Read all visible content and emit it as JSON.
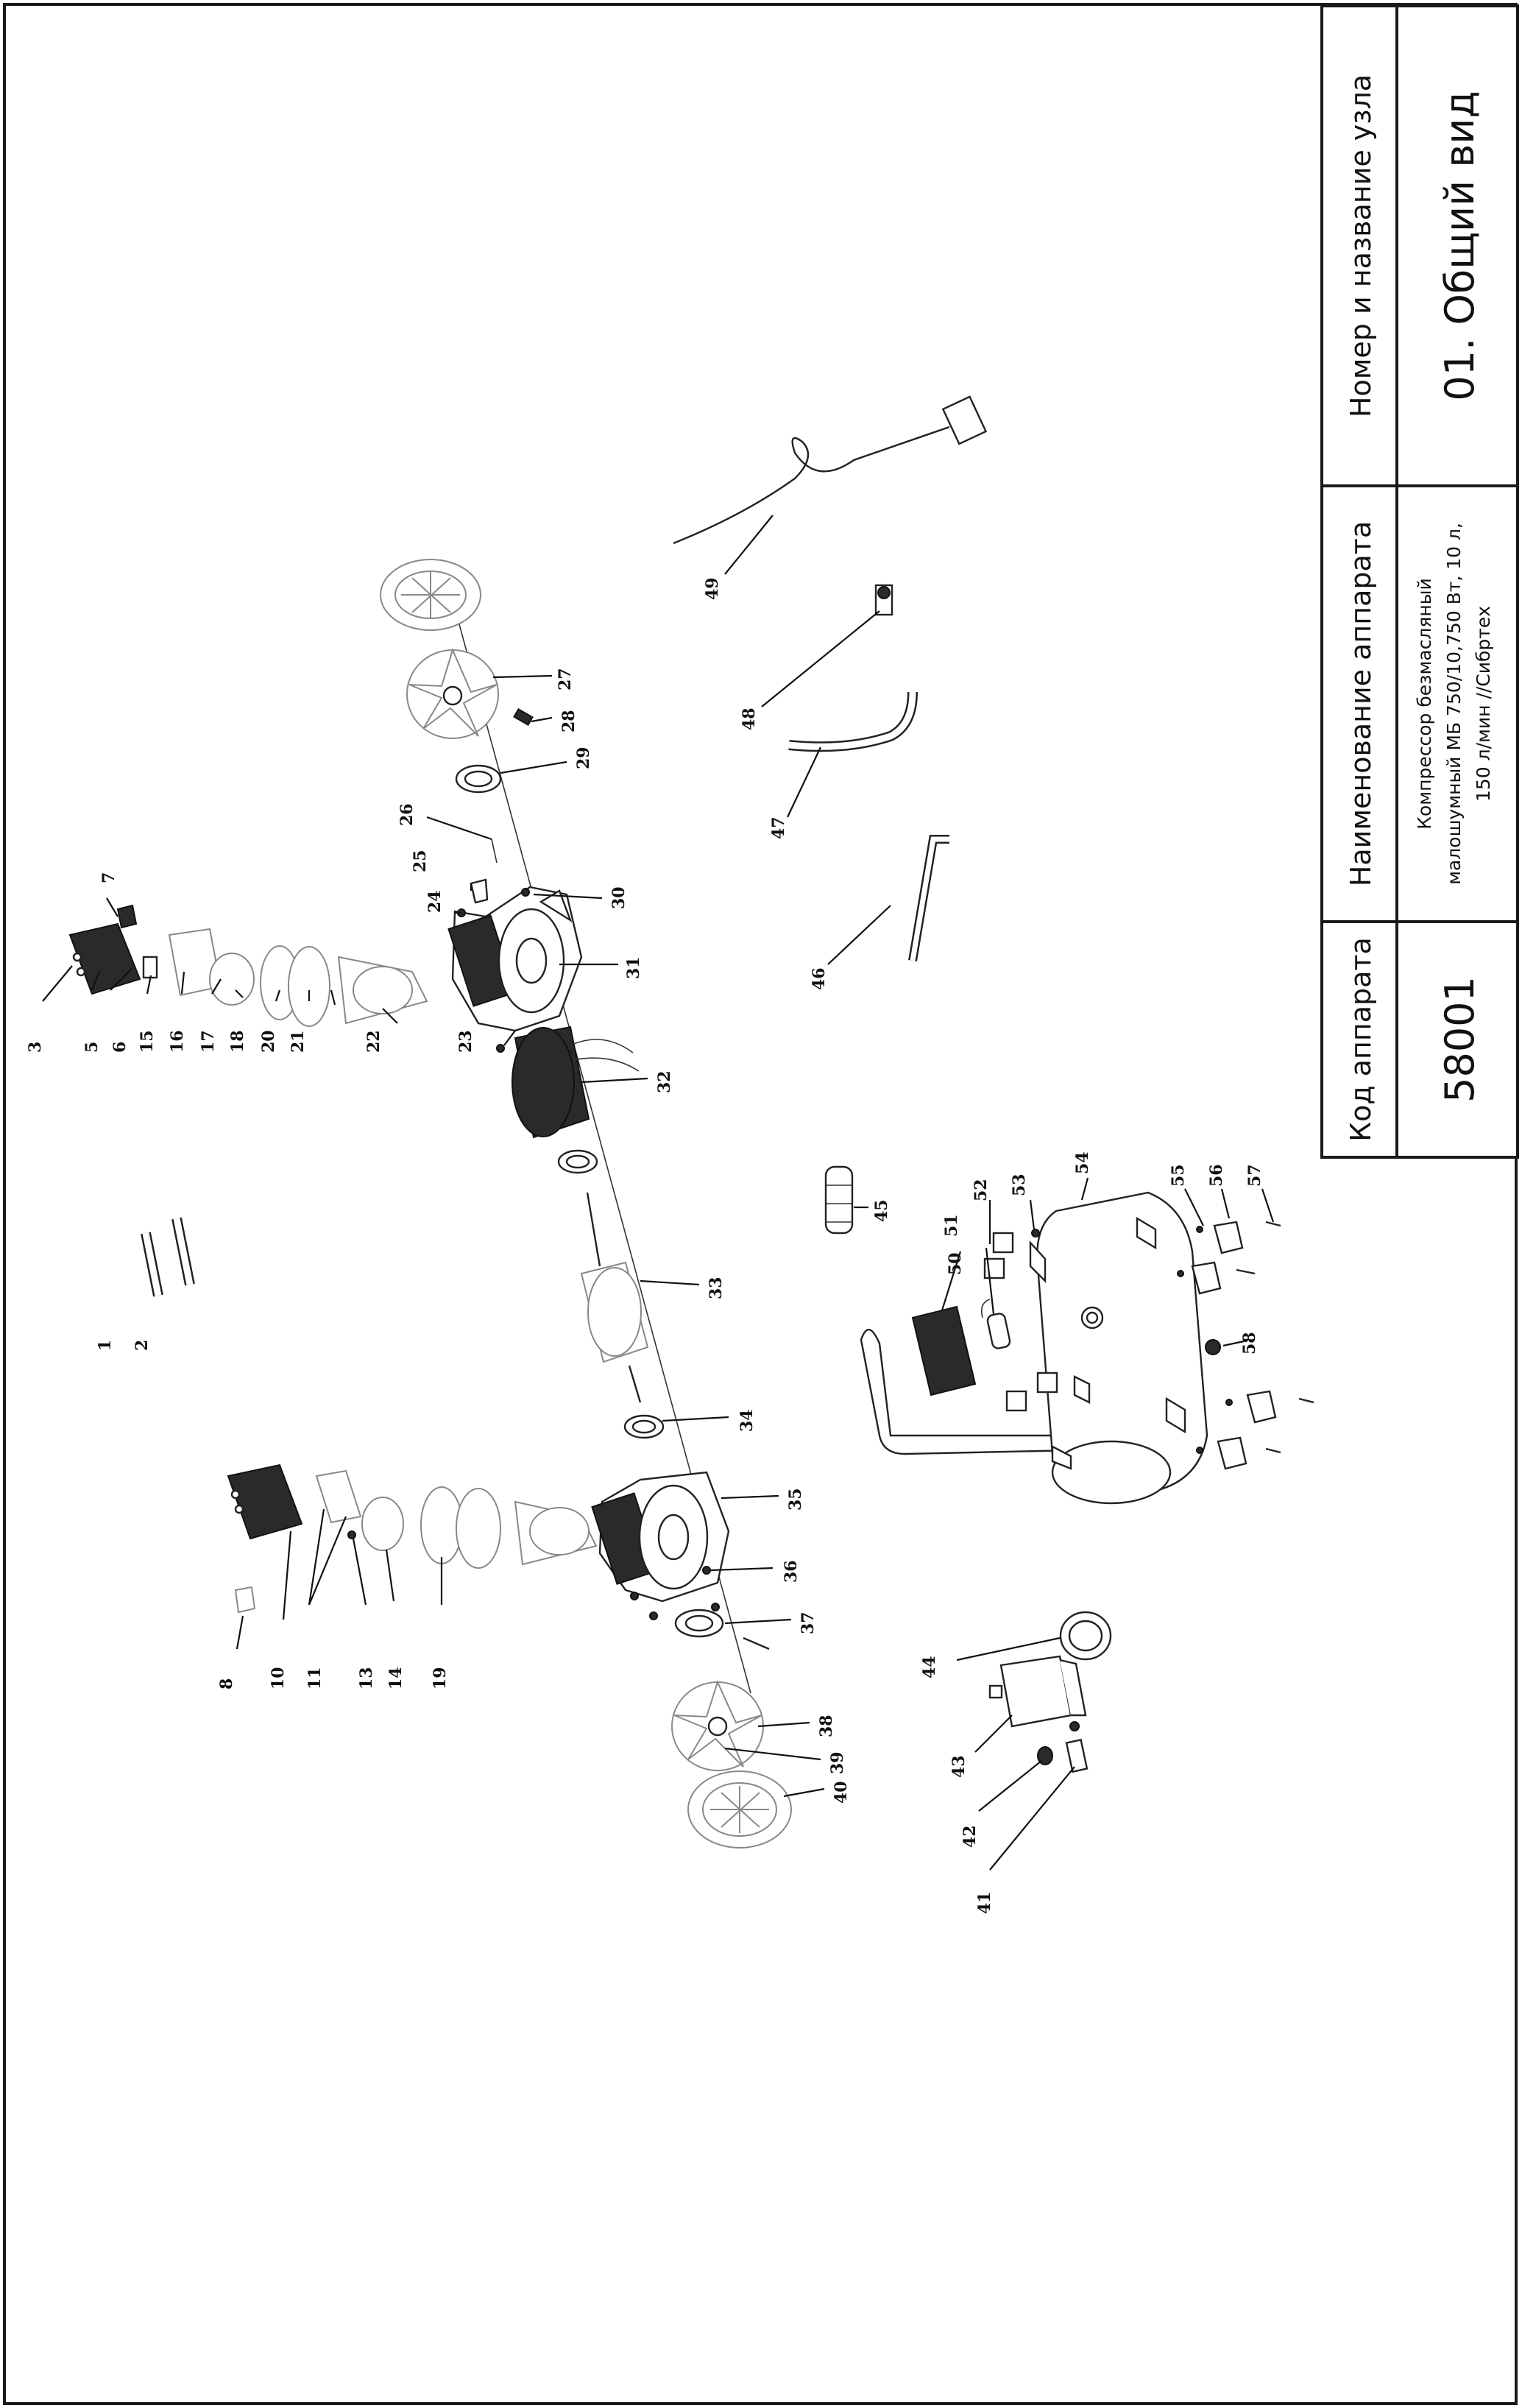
{
  "title_block": {
    "code_label": "Код аппарата",
    "code_value": "58001",
    "name_label": "Наименование аппарата",
    "name_value_lines": [
      "Компрессор безмасляный",
      "малошумный МБ 750/10,750 Вт, 10 л,",
      "150 л/мин //Сибртех"
    ],
    "node_label": "Номер и название узла",
    "node_value": "01. Общий вид"
  },
  "callouts": [
    "1",
    "2",
    "3",
    "5",
    "6",
    "7",
    "8",
    "10",
    "11",
    "13",
    "14",
    "15",
    "16",
    "17",
    "18",
    "19",
    "20",
    "21",
    "22",
    "23",
    "24",
    "25",
    "26",
    "27",
    "28",
    "29",
    "30",
    "31",
    "32",
    "33",
    "34",
    "35",
    "36",
    "37",
    "38",
    "39",
    "40",
    "41",
    "42",
    "43",
    "44",
    "45",
    "46",
    "47",
    "48",
    "49",
    "50",
    "51",
    "52",
    "53",
    "54",
    "55",
    "56",
    "57",
    "58"
  ]
}
